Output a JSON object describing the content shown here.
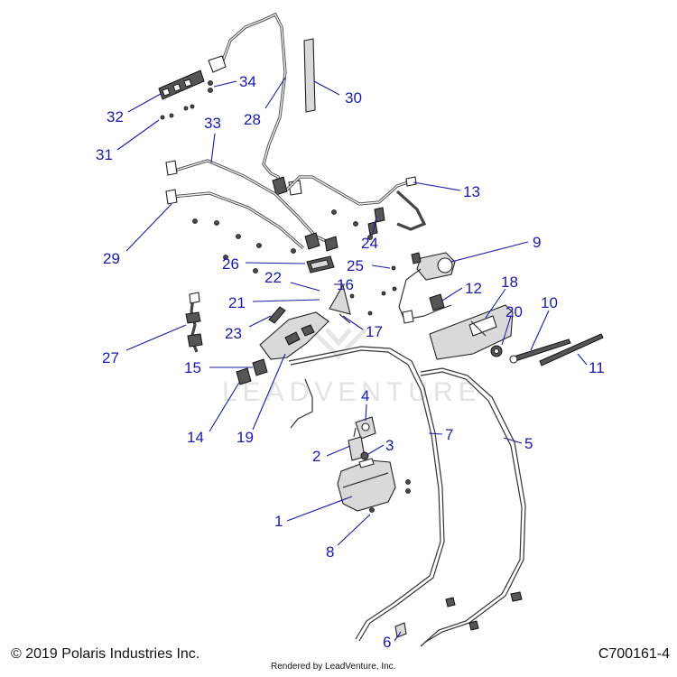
{
  "watermark": "LEADVENTURE",
  "copyright": "© 2019 Polaris Industries Inc.",
  "rendered_by": "Rendered by LeadVenture, Inc.",
  "diagram_code": "C700161-4",
  "callouts": {
    "c1": "1",
    "c2": "2",
    "c3": "3",
    "c4": "4",
    "c5": "5",
    "c6": "6",
    "c7": "7",
    "c8": "8",
    "c9": "9",
    "c10": "10",
    "c11": "11",
    "c12": "12",
    "c13": "13",
    "c14": "14",
    "c15": "15",
    "c16": "16",
    "c17": "17",
    "c18": "18",
    "c19": "19",
    "c20": "20",
    "c21": "21",
    "c22": "22",
    "c23": "23",
    "c24": "24",
    "c25": "25",
    "c26": "26",
    "c27": "27",
    "c28": "28",
    "c29": "29",
    "c30": "30",
    "c31": "31",
    "c32": "32",
    "c33": "33",
    "c34": "34"
  },
  "colors": {
    "callout": "#1a1aa6",
    "line_art": "#222222",
    "watermark": "#e3e3e3"
  }
}
